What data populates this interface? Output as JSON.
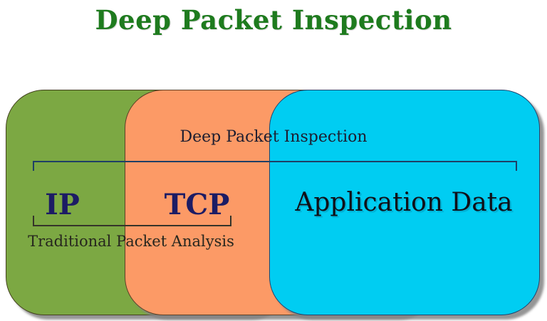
{
  "title": "Deep Packet Inspection",
  "diagram": {
    "layers": [
      {
        "id": "ip",
        "label": "IP",
        "color": "#7ca843"
      },
      {
        "id": "tcp",
        "label": "TCP",
        "color": "#fc9a66"
      },
      {
        "id": "app",
        "label": "Application Data",
        "color": "#00cdf2"
      }
    ],
    "brackets": {
      "deep_packet_inspection": {
        "label": "Deep Packet Inspection",
        "spans": [
          "IP",
          "TCP",
          "Application Data"
        ],
        "orientation": "ticks-down",
        "line_color": "#1f3f66"
      },
      "traditional_packet_analysis": {
        "label": "Traditional Packet Analysis",
        "spans": [
          "IP",
          "TCP"
        ],
        "orientation": "ticks-up",
        "line_color": "#35342a"
      }
    },
    "colors": {
      "title_text": "#1e7b1e",
      "protocol_text": "#1c1c64",
      "app_text": "#101018",
      "shadow": "#828282",
      "background": "#ffffff"
    }
  }
}
